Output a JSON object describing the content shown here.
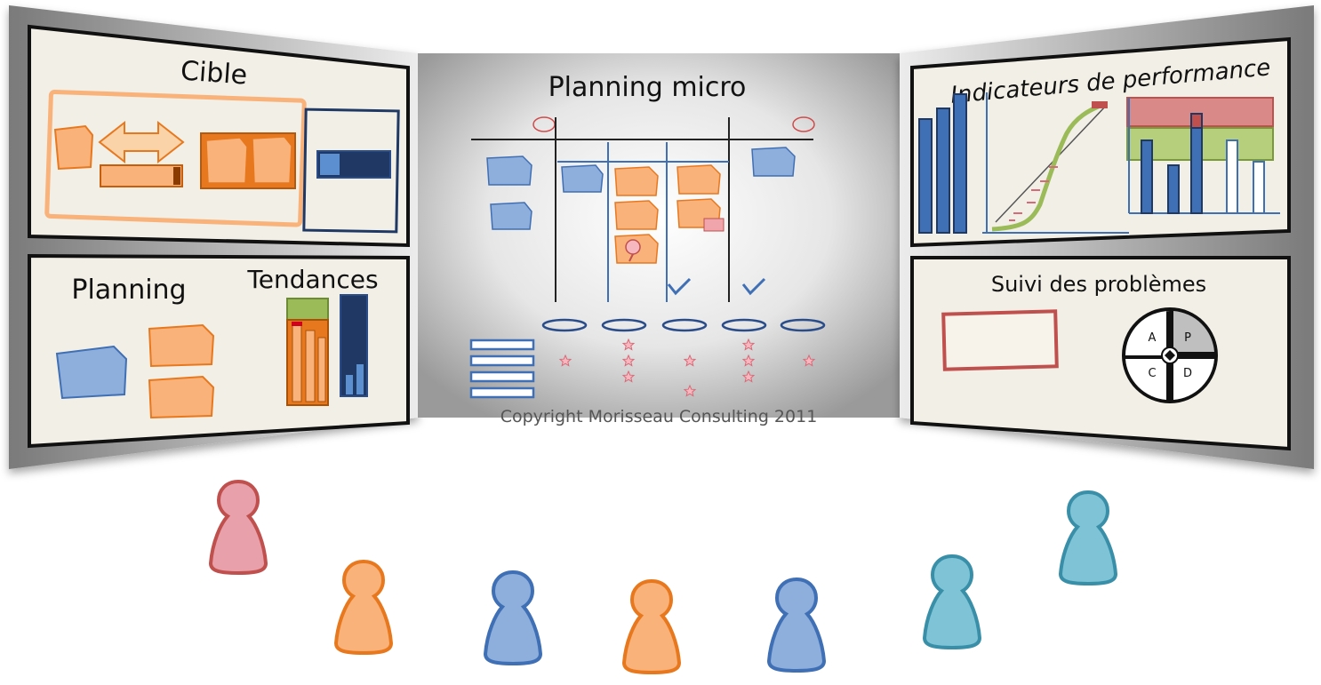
{
  "center": {
    "title": "Planning micro",
    "copyright": "Copyright Morisseau Consulting 2011"
  },
  "left_top": {
    "title": "Cible"
  },
  "left_bottom": {
    "title_left": "Planning",
    "title_right": "Tendances"
  },
  "right_top": {
    "title": "Indicateurs de performance"
  },
  "right_bottom": {
    "title": "Suivi des problèmes",
    "pdca": {
      "a": "A",
      "p": "P",
      "c": "C",
      "d": "D"
    }
  },
  "colors": {
    "orange_fill": "#f9b27a",
    "orange_stroke": "#e8781e",
    "blue_fill": "#8eaedb",
    "blue_stroke": "#3f6fb4",
    "navy": "#1f3864",
    "red": "#c0504d",
    "green": "#9bbb59",
    "teal": "#7fc4d6",
    "pink": "#e8a0aa",
    "cream": "#f2efe6"
  },
  "pawns": [
    {
      "color": "pink"
    },
    {
      "color": "orange"
    },
    {
      "color": "blue"
    },
    {
      "color": "orange"
    },
    {
      "color": "blue"
    },
    {
      "color": "teal"
    },
    {
      "color": "teal"
    }
  ]
}
